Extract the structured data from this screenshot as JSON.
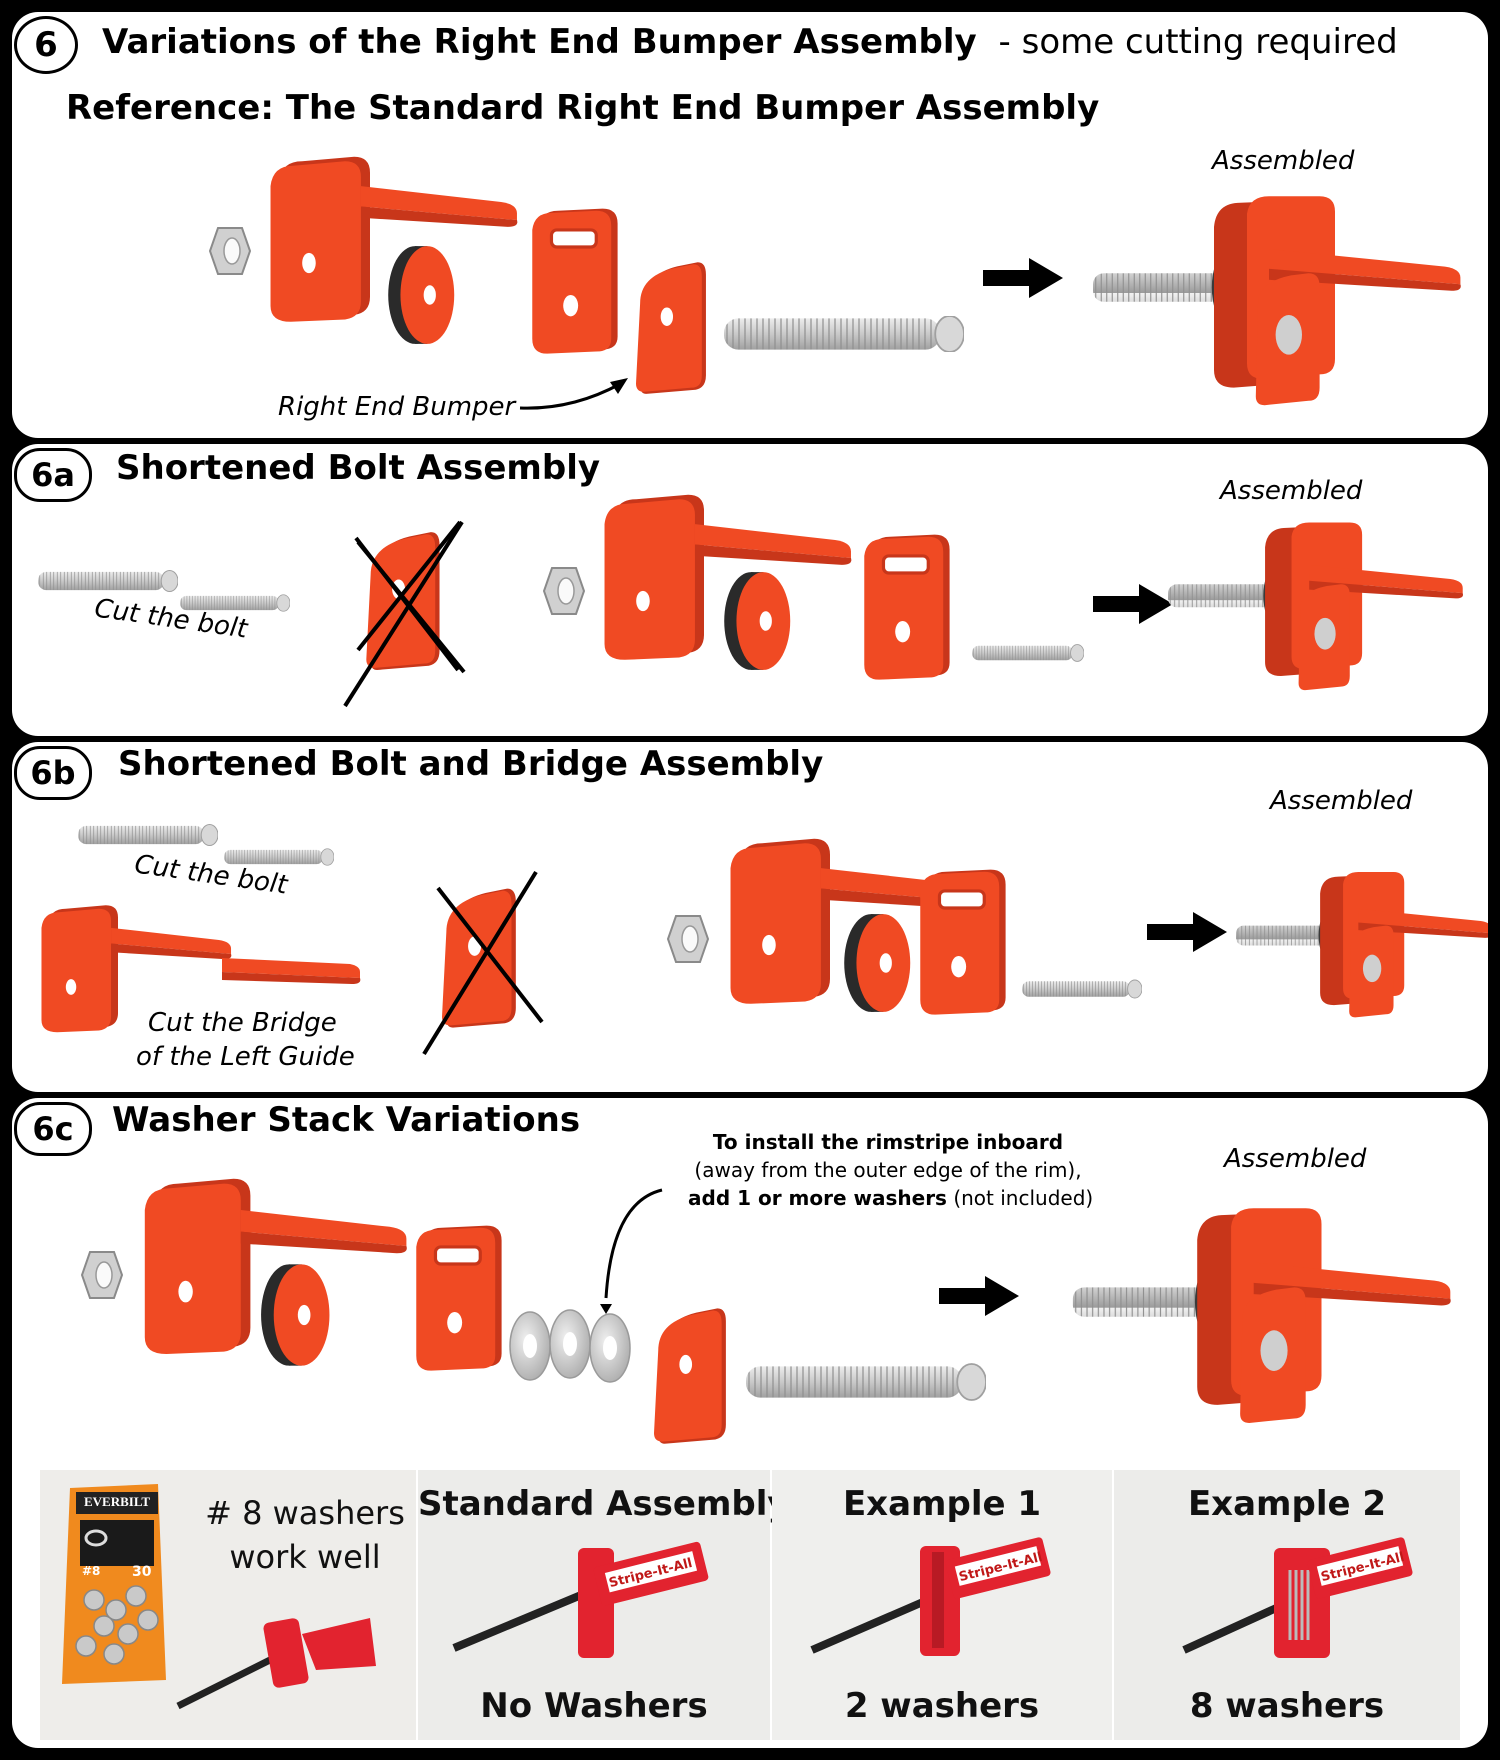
{
  "section6": {
    "badge": "6",
    "title": "Variations of the Right End Bumper Assembly",
    "subtitle": "- some cutting required",
    "reference": "Reference:  The Standard Right End Bumper Assembly",
    "assembled": "Assembled",
    "bumper_label": "Right End Bumper"
  },
  "section6a": {
    "badge": "6a",
    "title": "Shortened Bolt Assembly",
    "cut_label": "Cut the bolt",
    "assembled": "Assembled"
  },
  "section6b": {
    "badge": "6b",
    "title": "Shortened Bolt and Bridge Assembly",
    "cut_label": "Cut the bolt",
    "bridge_label_1": "Cut the Bridge",
    "bridge_label_2": "of the Left Guide",
    "assembled": "Assembled"
  },
  "section6c": {
    "badge": "6c",
    "title": "Washer Stack Variations",
    "note_line1": "To install the rimstripe inboard",
    "note_line2": "(away from the outer edge of the rim),",
    "note_line3_bold": "add 1 or more washers",
    "note_line3_rest": " (not included)",
    "assembled": "Assembled"
  },
  "photos": {
    "package_brand": "EVERBILT",
    "package_size": "#8",
    "package_count": "30",
    "washer_note_1": "# 8 washers",
    "washer_note_2": "work well",
    "product_label": "Stripe-It-All",
    "standard_title": "Standard Assembly",
    "standard_caption": "No Washers",
    "example1_title": "Example 1",
    "example1_caption": "2 washers",
    "example2_title": "Example 2",
    "example2_caption": "8 washers"
  },
  "colors": {
    "part_orange": "#f04a23",
    "part_dark": "#c8361a",
    "bolt_gray": "#d4d4d4",
    "background": "#000000"
  }
}
